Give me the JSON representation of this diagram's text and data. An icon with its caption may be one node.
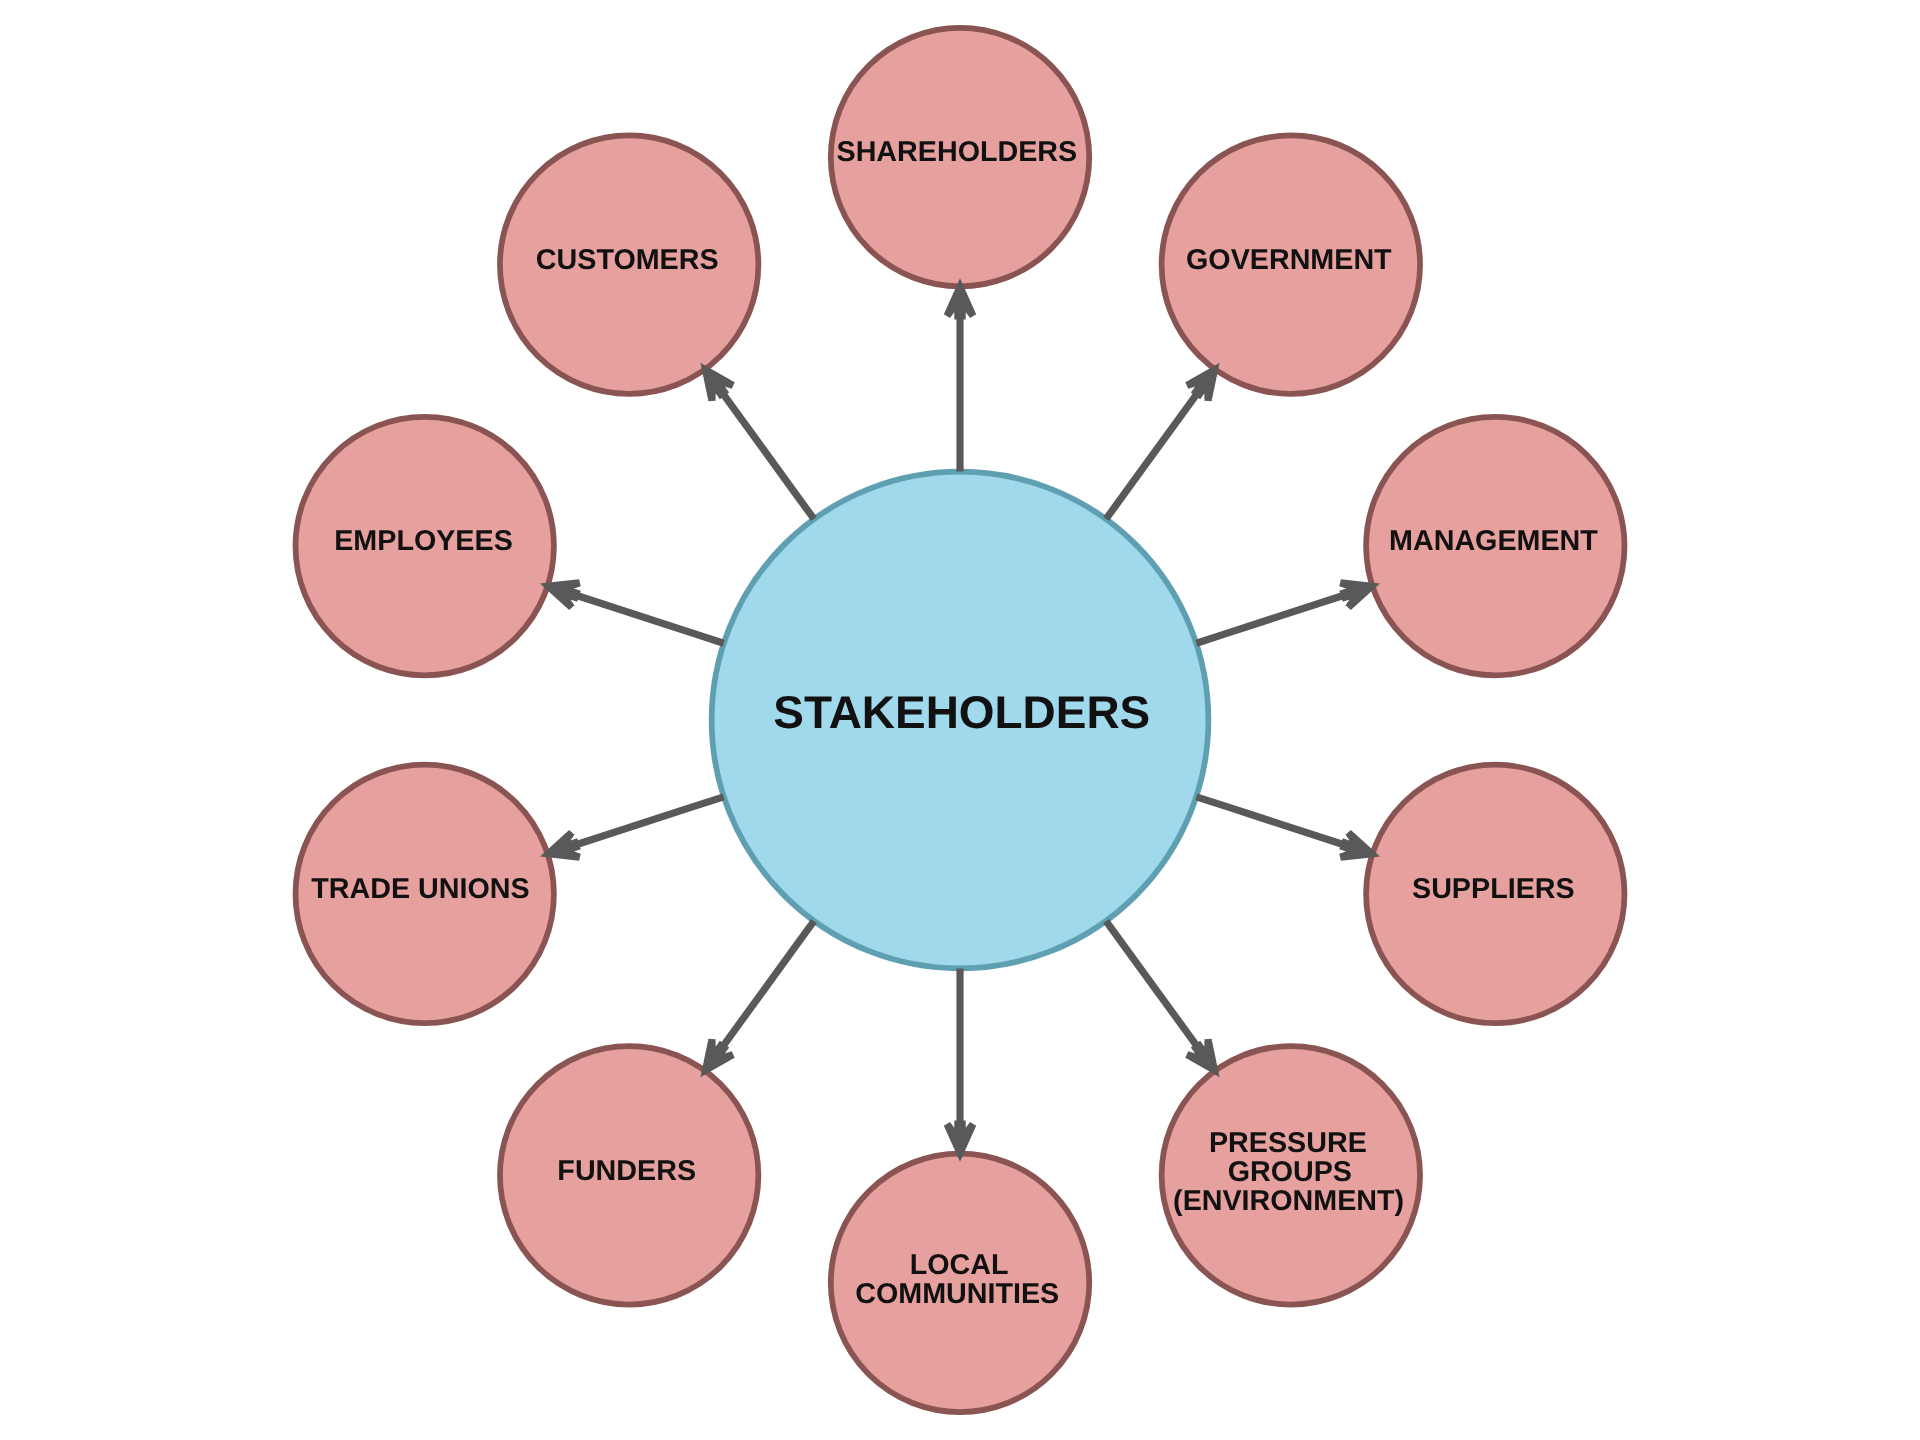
{
  "diagram": {
    "nodes": [
      {
        "text": [
          "STAKEHOLDERS"
        ]
      },
      {
        "text": [
          "CUSTOMERS"
        ]
      },
      {
        "text": [
          "SHAREHOLDERS"
        ]
      },
      {
        "text": [
          "GOVERNMENT"
        ]
      },
      {
        "text": [
          "MANAGEMENT"
        ]
      },
      {
        "text": [
          "SUPPLIERS"
        ]
      },
      {
        "text": [
          "PRESSURE GROUPS (ENVIRONMENT)"
        ]
      },
      {
        "text": [
          "LOCAL COMMUNITIES"
        ]
      },
      {
        "text": [
          "FUNDERS"
        ]
      },
      {
        "text": [
          "TRADE UNIONS"
        ]
      },
      {
        "text": [
          "EMPLOYEES"
        ]
      }
    ],
    "edges": [
      {
        "from": 0,
        "to": 1,
        "arrow": "to"
      },
      {
        "from": 0,
        "to": 2,
        "arrow": "to"
      },
      {
        "from": 0,
        "to": 3,
        "arrow": "to"
      },
      {
        "from": 0,
        "to": 4,
        "arrow": "to"
      },
      {
        "from": 0,
        "to": 5,
        "arrow": "to"
      },
      {
        "from": 0,
        "to": 6,
        "arrow": "to"
      },
      {
        "from": 0,
        "to": 7,
        "arrow": "to"
      },
      {
        "from": 0,
        "to": 8,
        "arrow": "to"
      },
      {
        "from": 0,
        "to": 9,
        "arrow": "to"
      },
      {
        "from": 0,
        "to": 10,
        "arrow": "to"
      }
    ]
  }
}
